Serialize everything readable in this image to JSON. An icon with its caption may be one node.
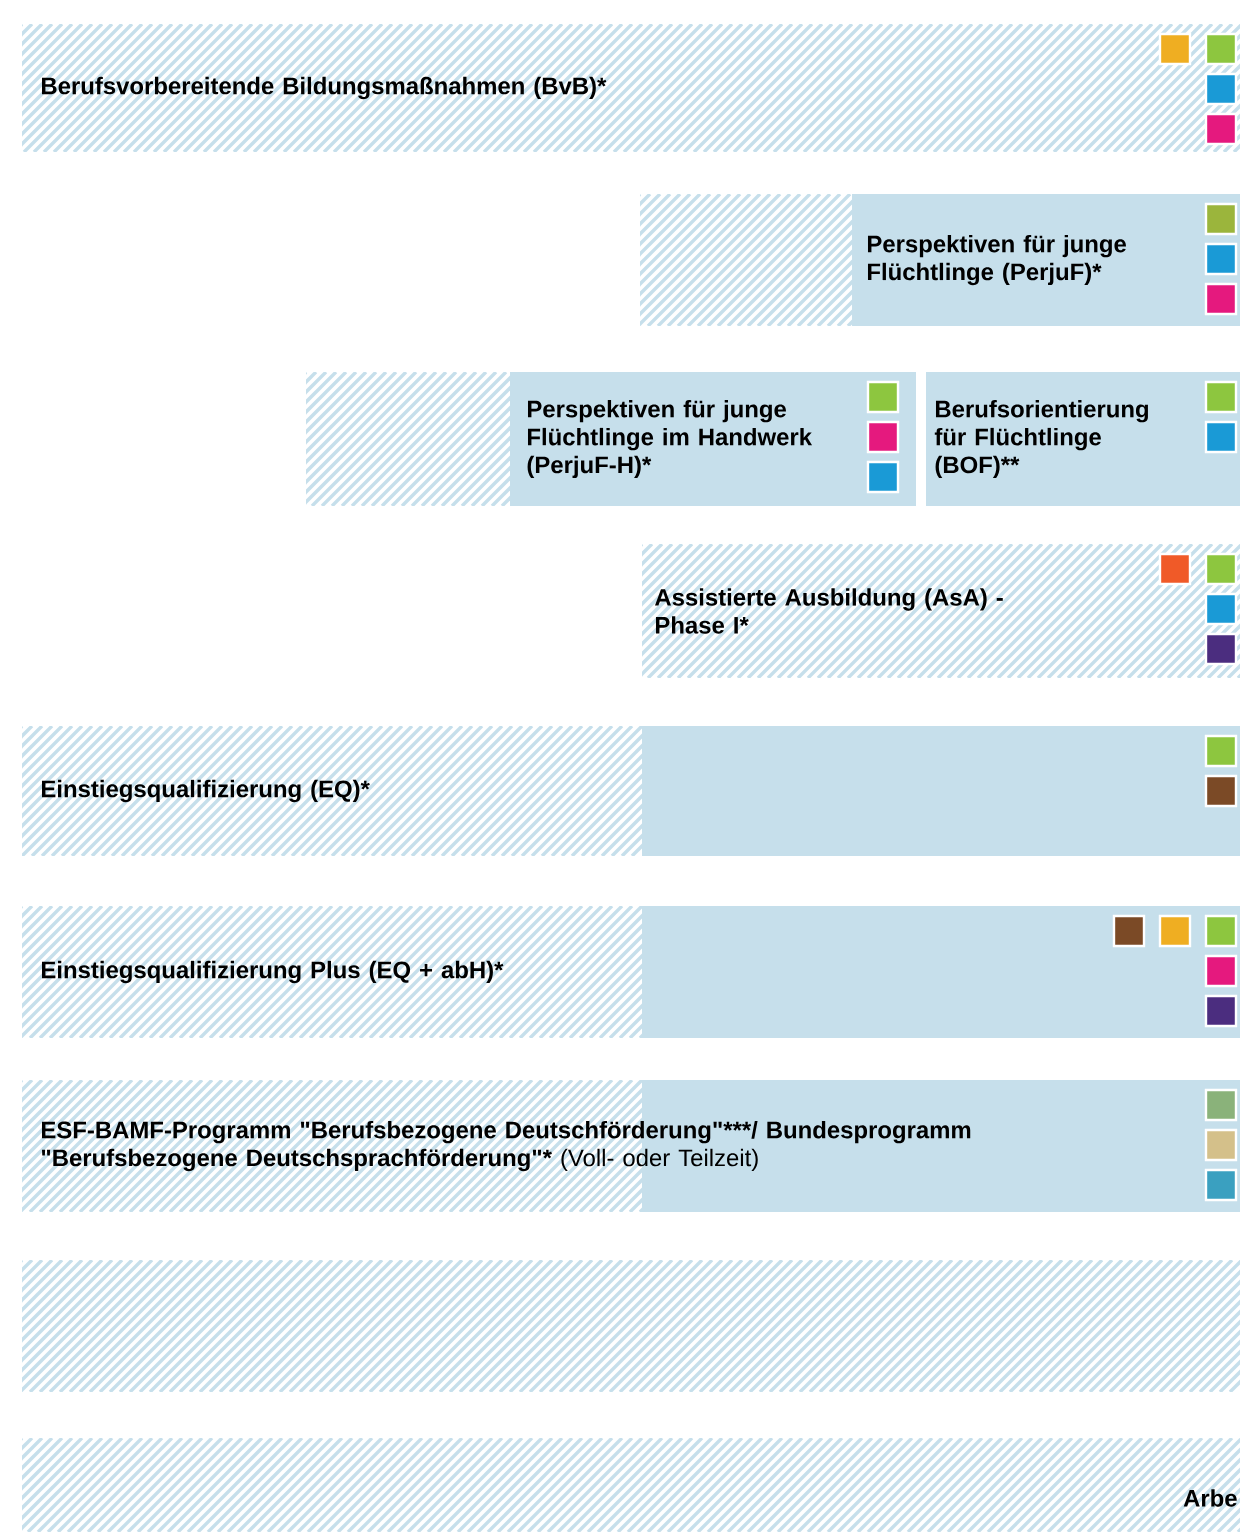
{
  "diagram": {
    "nodes": [
      {
        "text": [
          "Berufsvorbereitende Bildungsmaßnahmen (BvB)*"
        ]
      },
      {
        "text": [
          "Perspektiven für junge Flüchtlinge (PerjuF)*"
        ]
      },
      {
        "text": [
          "Perspektiven für junge Flüchtlinge im Handwerk (PerjuF-H)*"
        ]
      },
      {
        "text": [
          "Berufsorientierung für Flüchtlinge (BOF)**"
        ]
      },
      {
        "text": [
          "Assistierte Ausbildung (AsA) - Phase I*"
        ]
      },
      {
        "text": [
          "Einstiegsqualifizierung (EQ)*"
        ]
      },
      {
        "text": [
          "Einstiegsqualifizierung Plus (EQ + abH)*"
        ]
      },
      {
        "text": [
          "ESF-BAMF-Programm \"Berufsbezogene Deutschförderung\"***/ Bundesprogramm \"Berufsbezogene Deutschsprachförderung\"*",
          "(Voll- oder Teilzeit)"
        ]
      },
      {
        "text": [],
        "shape": "bar"
      },
      {
        "text": [
          "Arbe"
        ]
      }
    ]
  }
}
